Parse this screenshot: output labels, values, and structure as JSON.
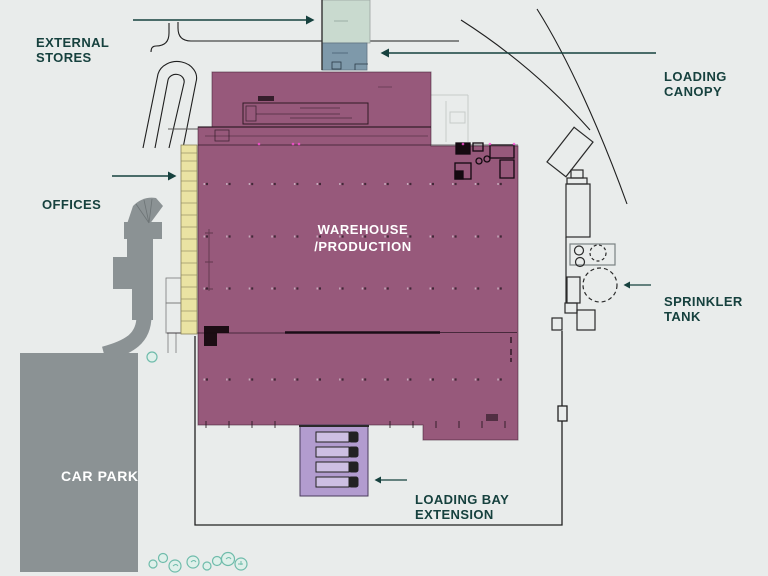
{
  "title": "Warehouse site plan",
  "colors": {
    "background": "#e9eceb",
    "warehouse": "#97597b",
    "offices": "#eae3a3",
    "external_stores": "#c9dacf",
    "loading_canopy": "#7e99aa",
    "loading_bay": "#b29ccf",
    "car_park": "#8b9294",
    "label_text": "#16413e",
    "plan_line": "#1a1a1a",
    "tree": "#6fbcab",
    "area_text": "#ffffff"
  },
  "labels": {
    "external_stores": {
      "line1": "EXTERNAL",
      "line2": "STORES"
    },
    "loading_canopy": {
      "line1": "LOADING",
      "line2": "CANOPY"
    },
    "offices": {
      "line1": "OFFICES"
    },
    "warehouse": {
      "line1": "WAREHOUSE /",
      "line2": "PRODUCTION"
    },
    "sprinkler_tank": {
      "line1": "SPRINKLER",
      "line2": "TANK"
    },
    "car_park": {
      "line1": "CAR PARK"
    },
    "loading_bay_extension": {
      "line1": "LOADING BAY",
      "line2": "EXTENSION"
    }
  }
}
